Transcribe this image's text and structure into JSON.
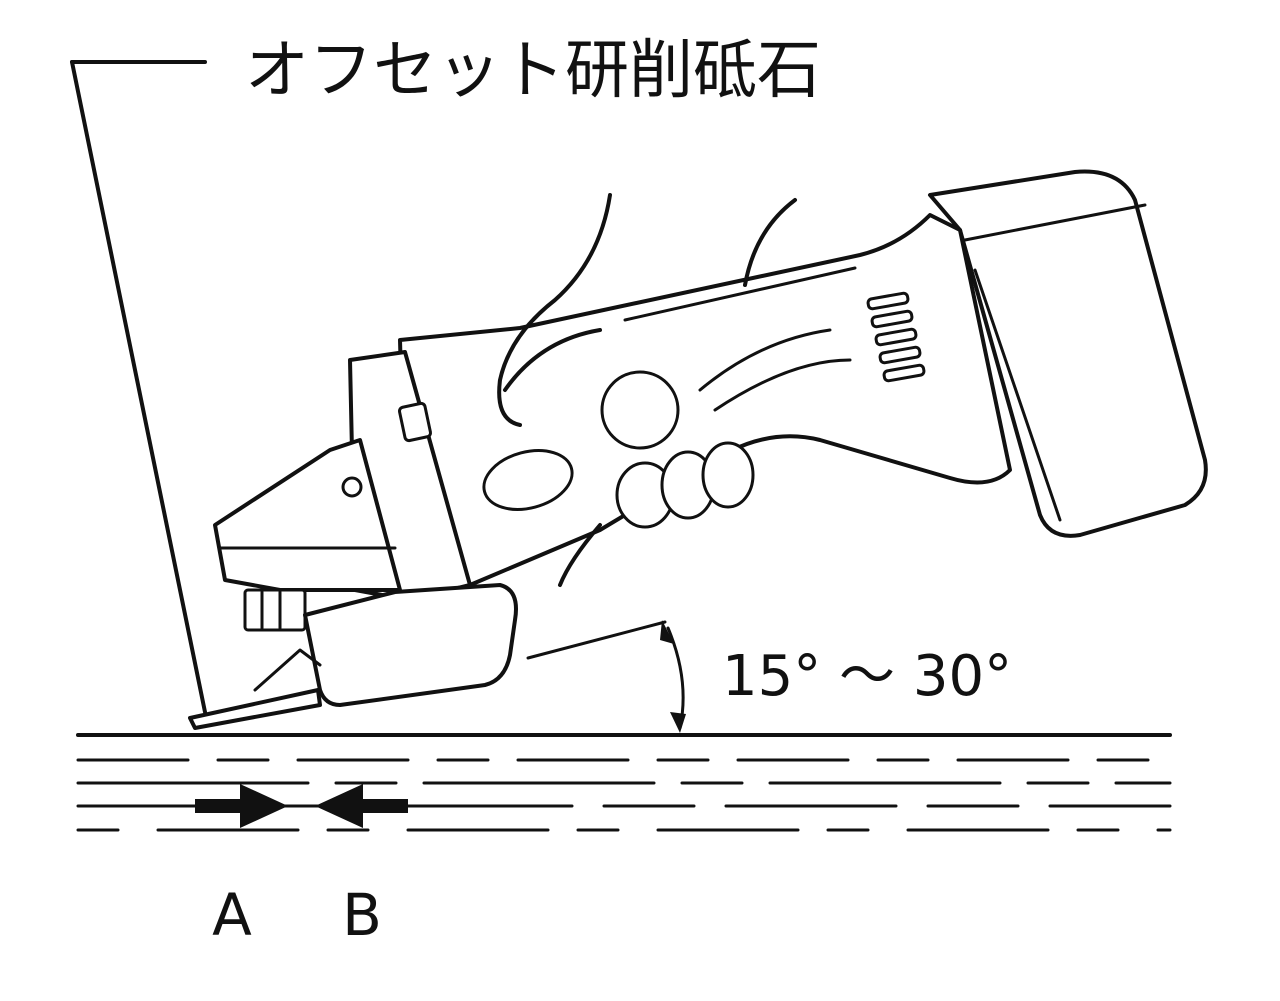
{
  "diagram": {
    "callout_label": "オフセット研削砥石",
    "angle_label": "15°  ～ 30°",
    "arrow_a_label": "A",
    "arrow_b_label": "B"
  },
  "colors": {
    "ink": "#111111",
    "background": "#ffffff"
  }
}
